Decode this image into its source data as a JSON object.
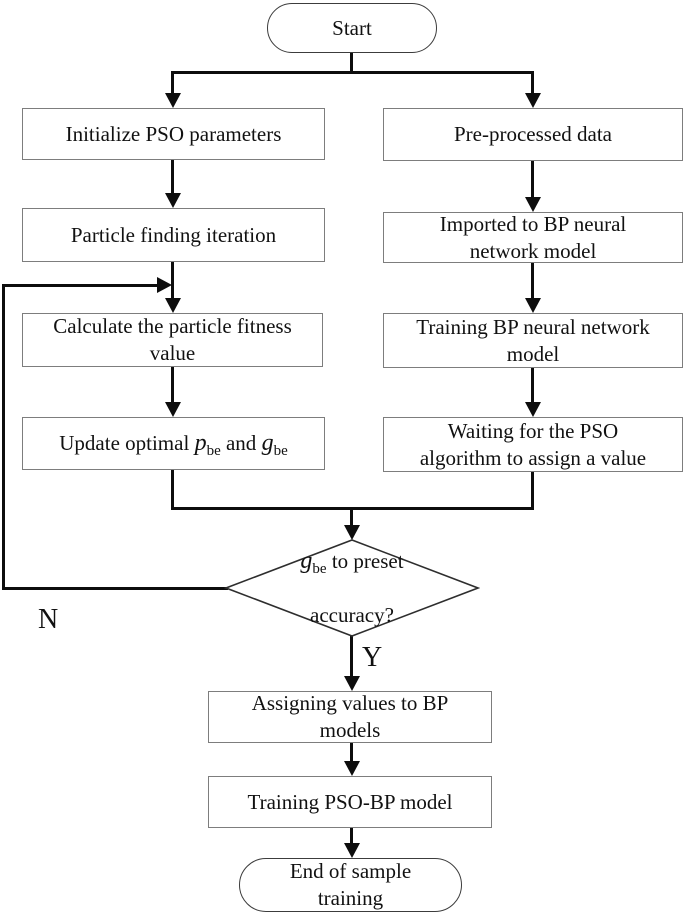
{
  "diagram": {
    "type": "flowchart",
    "title": "PSO-BP model training flowchart",
    "nodes": {
      "start": "Start",
      "init_pso": "Initialize PSO parameters",
      "particle_iter": "Particle finding iteration",
      "calc_fitness": "Calculate the particle fitness\nvalue",
      "update_optimal": {
        "pre": "Update optimal ",
        "var1": "p",
        "sub1": "be",
        "mid": " and ",
        "var2": "g",
        "sub2": "be"
      },
      "preprocessed": "Pre-processed data",
      "imported": "Imported to BP neural\nnetwork model",
      "training_bp": "Training BP neural network\nmodel",
      "waiting": "Waiting for the PSO\nalgorithm to assign a value",
      "decision": {
        "var": "g",
        "sub": "be",
        "rest": " to preset",
        "line2": "accuracy?"
      },
      "assigning": "Assigning values to BP\nmodels",
      "training_psobp": "Training PSO-BP model",
      "end": "End of sample\ntraining"
    },
    "edge_labels": {
      "no": "N",
      "yes": "Y"
    },
    "colors": {
      "background": "#ffffff",
      "line": "#0d0d0d",
      "box_border": "#7d7d7d",
      "terminal_border": "#3c3c3c",
      "text": "#111111"
    }
  }
}
